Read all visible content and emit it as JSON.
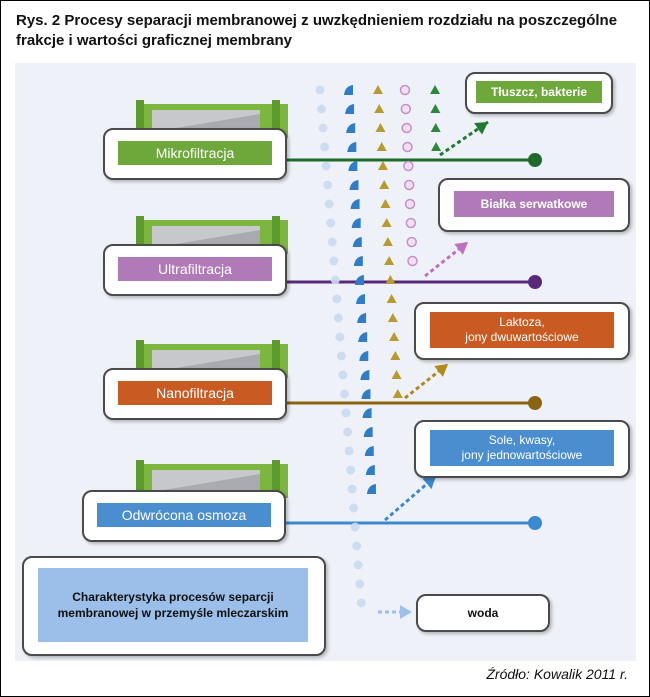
{
  "title": "Rys. 2 Procesy separacji membranowej z uwzkędnieniem rozdziału na poszczególne frakcje i wartości graficznej membrany",
  "source": "Źródło: Kowalik 2011 r.",
  "processes": [
    {
      "label": "Mikrofiltracja",
      "color": "#6ea83a",
      "line_color": "#1e6a2a",
      "output": "Tłuszcz, bakterie",
      "output_color": "#6ea83a",
      "particle": "green-triangle"
    },
    {
      "label": "Ultrafiltracja",
      "color": "#b07ab8",
      "line_color": "#5a2a7a",
      "output": "Białka serwatkowe",
      "output_color": "#b07ab8",
      "particle": "pink-circle"
    },
    {
      "label": "Nanofiltracja",
      "color": "#c85a22",
      "line_color": "#8a6410",
      "output": "Laktoza,\njony dwuwartościowe",
      "output_color": "#c85a22",
      "particle": "gold-triangle"
    },
    {
      "label": "Odwrócona osmoza",
      "color": "#4a8ed0",
      "line_color": "#3a8ad0",
      "output": "Sole, kwasy,\njony jednowartościowe",
      "output_color": "#4a8ed0",
      "particle": "blue-square"
    }
  ],
  "legend": "Charakterystyka procesów separcji membranowej w przemyśle mleczarskim",
  "water": "woda"
}
